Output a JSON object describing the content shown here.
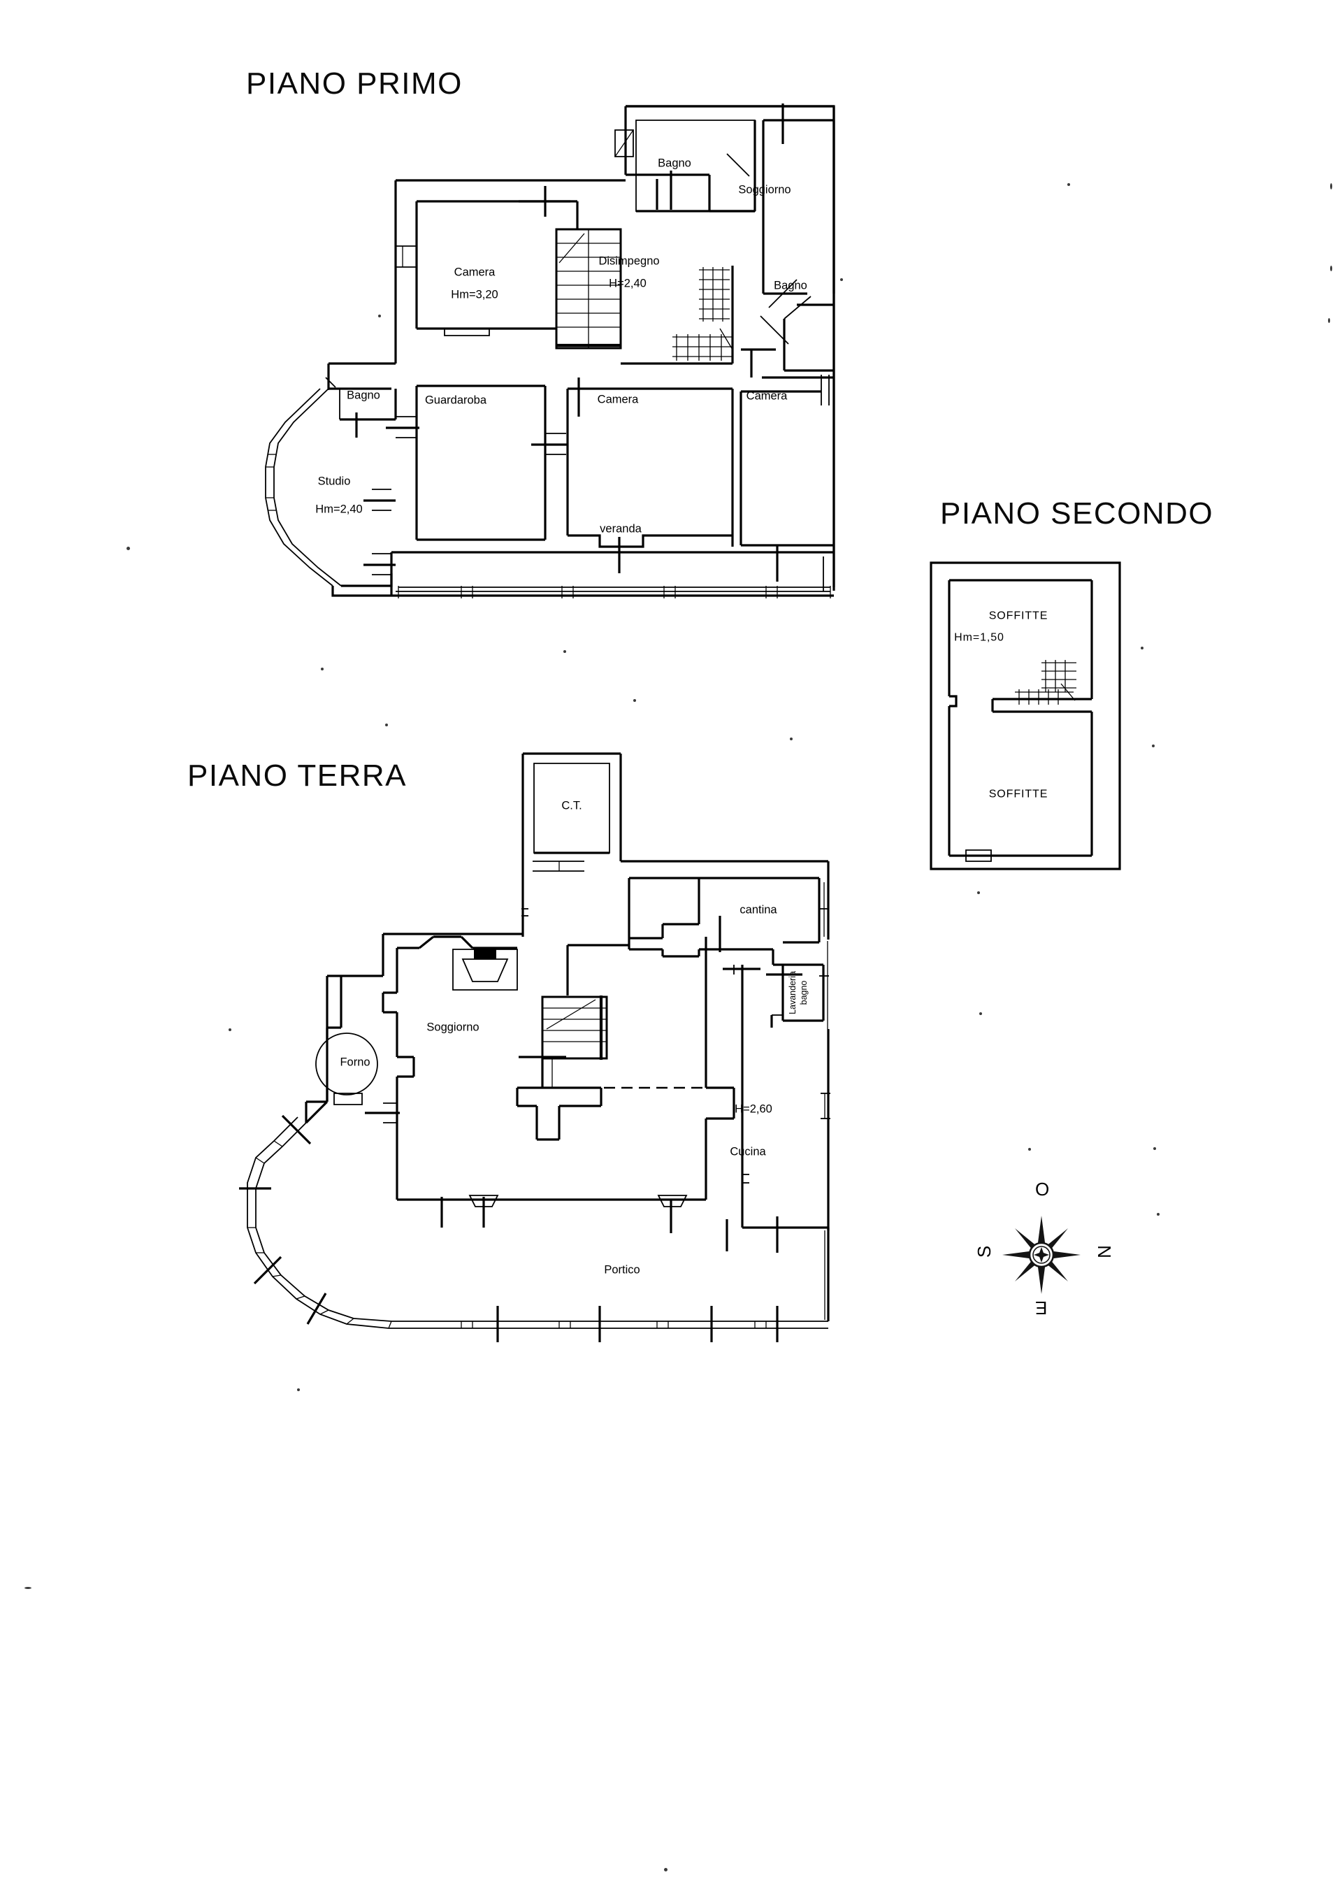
{
  "document": {
    "kind": "architectural-floor-plan",
    "language": "it"
  },
  "titles": {
    "first_floor": "PIANO PRIMO",
    "ground_floor": "PIANO TERRA",
    "second_floor": "PIANO SECONDO"
  },
  "first_floor": {
    "rooms": [
      {
        "key": "bagno_top",
        "label": "Bagno"
      },
      {
        "key": "soggiorno",
        "label": "Soggiorno"
      },
      {
        "key": "bagno_right",
        "label": "Bagno"
      },
      {
        "key": "camera_nw",
        "label": "Camera",
        "height_label": "Hm=3,20"
      },
      {
        "key": "disimpegno",
        "label": "Disimpegno",
        "height_label": "H=2,40"
      },
      {
        "key": "bagno_left",
        "label": "Bagno"
      },
      {
        "key": "studio",
        "label": "Studio",
        "height_label": "Hm=2,40"
      },
      {
        "key": "guardaroba",
        "label": "Guardaroba"
      },
      {
        "key": "camera_mid",
        "label": "Camera"
      },
      {
        "key": "camera_east",
        "label": "Camera"
      },
      {
        "key": "veranda",
        "label": "veranda"
      }
    ]
  },
  "ground_floor": {
    "rooms": [
      {
        "key": "ct",
        "label": "C.T."
      },
      {
        "key": "cantina",
        "label": "cantina"
      },
      {
        "key": "soggiorno",
        "label": "Soggiorno"
      },
      {
        "key": "forno",
        "label": "Forno"
      },
      {
        "key": "lavanderia",
        "label": "Lavanderia"
      },
      {
        "key": "bagno_lav",
        "label": "bagno"
      },
      {
        "key": "cucina",
        "label": "Cucina",
        "height_label": "H=2,60"
      },
      {
        "key": "portico",
        "label": "Portico"
      }
    ]
  },
  "second_floor": {
    "rooms": [
      {
        "key": "soffitte_upper",
        "label": "SOFFITTE",
        "height_label": "Hm=1,50"
      },
      {
        "key": "soffitte_lower",
        "label": "SOFFITTE"
      }
    ]
  },
  "compass": {
    "icon": "compass-rose-icon",
    "north_label": "N",
    "south_label": "S",
    "east_label": "E",
    "west_label": "O"
  },
  "colors": {
    "ink": "#000000",
    "paper": "#ffffff"
  }
}
